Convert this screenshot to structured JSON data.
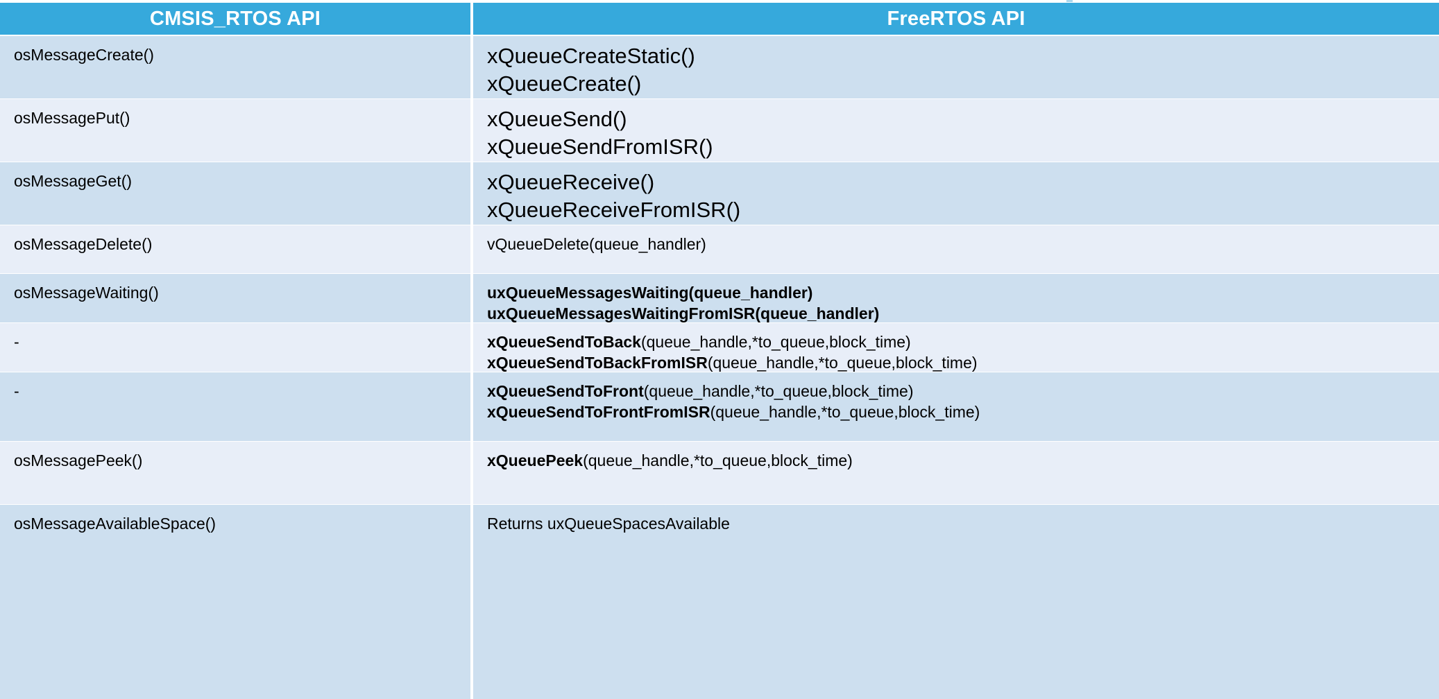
{
  "header": {
    "col1": "CMSIS_RTOS API",
    "col2": "FreeRTOS API",
    "bg_color": "#36a9dc",
    "text_color": "#ffffff"
  },
  "colors": {
    "row_dark": "#cddfef",
    "row_light": "#e8eef8",
    "page_bg": "#ffffff",
    "text": "#000000"
  },
  "rows": [
    {
      "cmsis": "osMessageCreate()",
      "freertos_lines": [
        "xQueueCreateStatic()",
        "xQueueCreate()"
      ],
      "tint": "dark",
      "emphasis": "large"
    },
    {
      "cmsis": "osMessagePut()",
      "freertos_lines": [
        "xQueueSend()",
        "xQueueSendFromISR()"
      ],
      "tint": "light",
      "emphasis": "large"
    },
    {
      "cmsis": "osMessageGet()",
      "freertos_lines": [
        "xQueueReceive()",
        "xQueueReceiveFromISR()"
      ],
      "tint": "dark",
      "emphasis": "large"
    },
    {
      "cmsis": "osMessageDelete()",
      "freertos_lines": [
        "vQueueDelete(queue_handler)"
      ],
      "tint": "light",
      "emphasis": "normal"
    },
    {
      "cmsis": "osMessageWaiting()",
      "freertos_line1_bold": "uxQueueMessagesWaiting(queue_handler)",
      "freertos_line1_rest": "",
      "freertos_line2_bold": "uxQueueMessagesWaitingFromISR(queue_handler)",
      "freertos_line2_rest": "",
      "tint": "dark",
      "emphasis": "bold-all"
    },
    {
      "cmsis": "-",
      "freertos_line1_bold": "xQueueSendToBack",
      "freertos_line1_rest": "(queue_handle,*to_queue,block_time)",
      "freertos_line2_bold": "xQueueSendToBackFromISR",
      "freertos_line2_rest": "(queue_handle,*to_queue,block_time)",
      "tint": "light",
      "emphasis": "bold-name"
    },
    {
      "cmsis": "-",
      "freertos_line1_bold": "xQueueSendToFront",
      "freertos_line1_rest": "(queue_handle,*to_queue,block_time)",
      "freertos_line2_bold": "xQueueSendToFrontFromISR",
      "freertos_line2_rest": "(queue_handle,*to_queue,block_time)",
      "tint": "dark",
      "emphasis": "bold-name"
    },
    {
      "cmsis": "osMessagePeek()",
      "freertos_line1_bold": "xQueuePeek",
      "freertos_line1_rest": "(queue_handle,*to_queue,block_time)",
      "tint": "light",
      "emphasis": "bold-name"
    },
    {
      "cmsis": "osMessageAvailableSpace()",
      "freertos_lines": [
        "Returns uxQueueSpacesAvailable"
      ],
      "tint": "dark",
      "emphasis": "normal"
    }
  ]
}
